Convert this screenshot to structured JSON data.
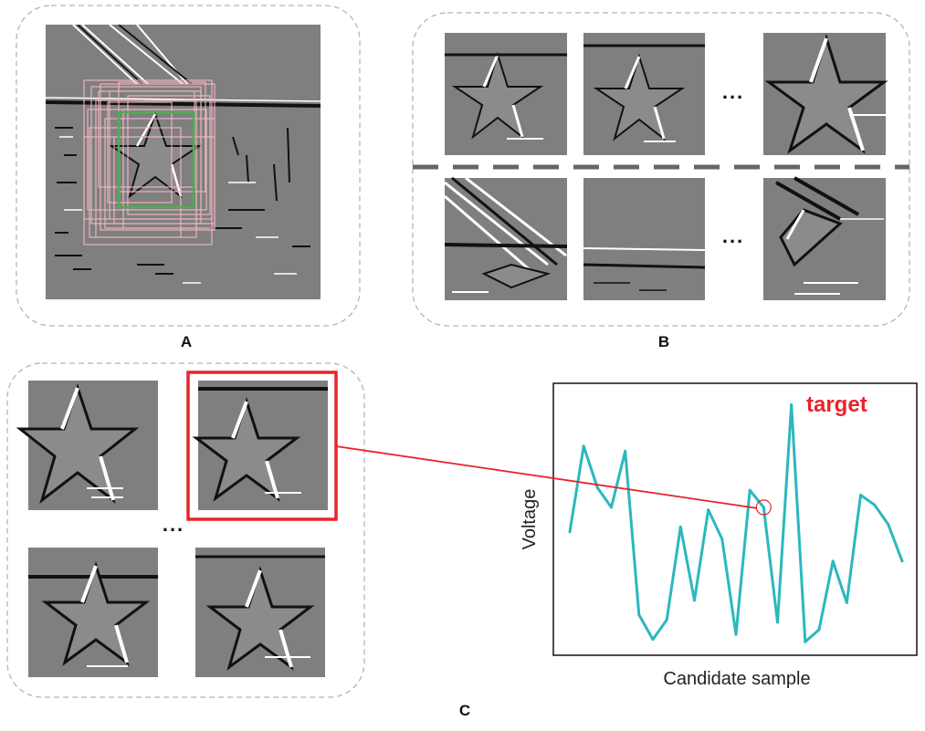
{
  "panels": {
    "a": {
      "label": "A"
    },
    "b": {
      "label": "B",
      "ellipsis": "..."
    },
    "c": {
      "label": "C",
      "ellipsis": "..."
    }
  },
  "colors": {
    "thumb_bg": "#7f7f7f",
    "proposal_box": "#f4b8c2",
    "selected_box": "#4caf50",
    "highlight": "#e8232a",
    "series_line": "#2bb8be",
    "dashed_border": "#b5b5b5",
    "separator": "#666666"
  },
  "chart_data": {
    "type": "line",
    "xlabel": "Candidate sample",
    "ylabel": "Voltage",
    "annotation": "target",
    "annotated_index": 14,
    "series": [
      {
        "values": [
          0.46,
          0.81,
          0.64,
          0.56,
          0.79,
          0.12,
          0.02,
          0.1,
          0.48,
          0.18,
          0.55,
          0.43,
          0.04,
          0.63,
          0.56,
          0.09,
          0.98,
          0.01,
          0.06,
          0.34,
          0.17,
          0.61,
          0.57,
          0.49,
          0.34
        ]
      }
    ]
  }
}
